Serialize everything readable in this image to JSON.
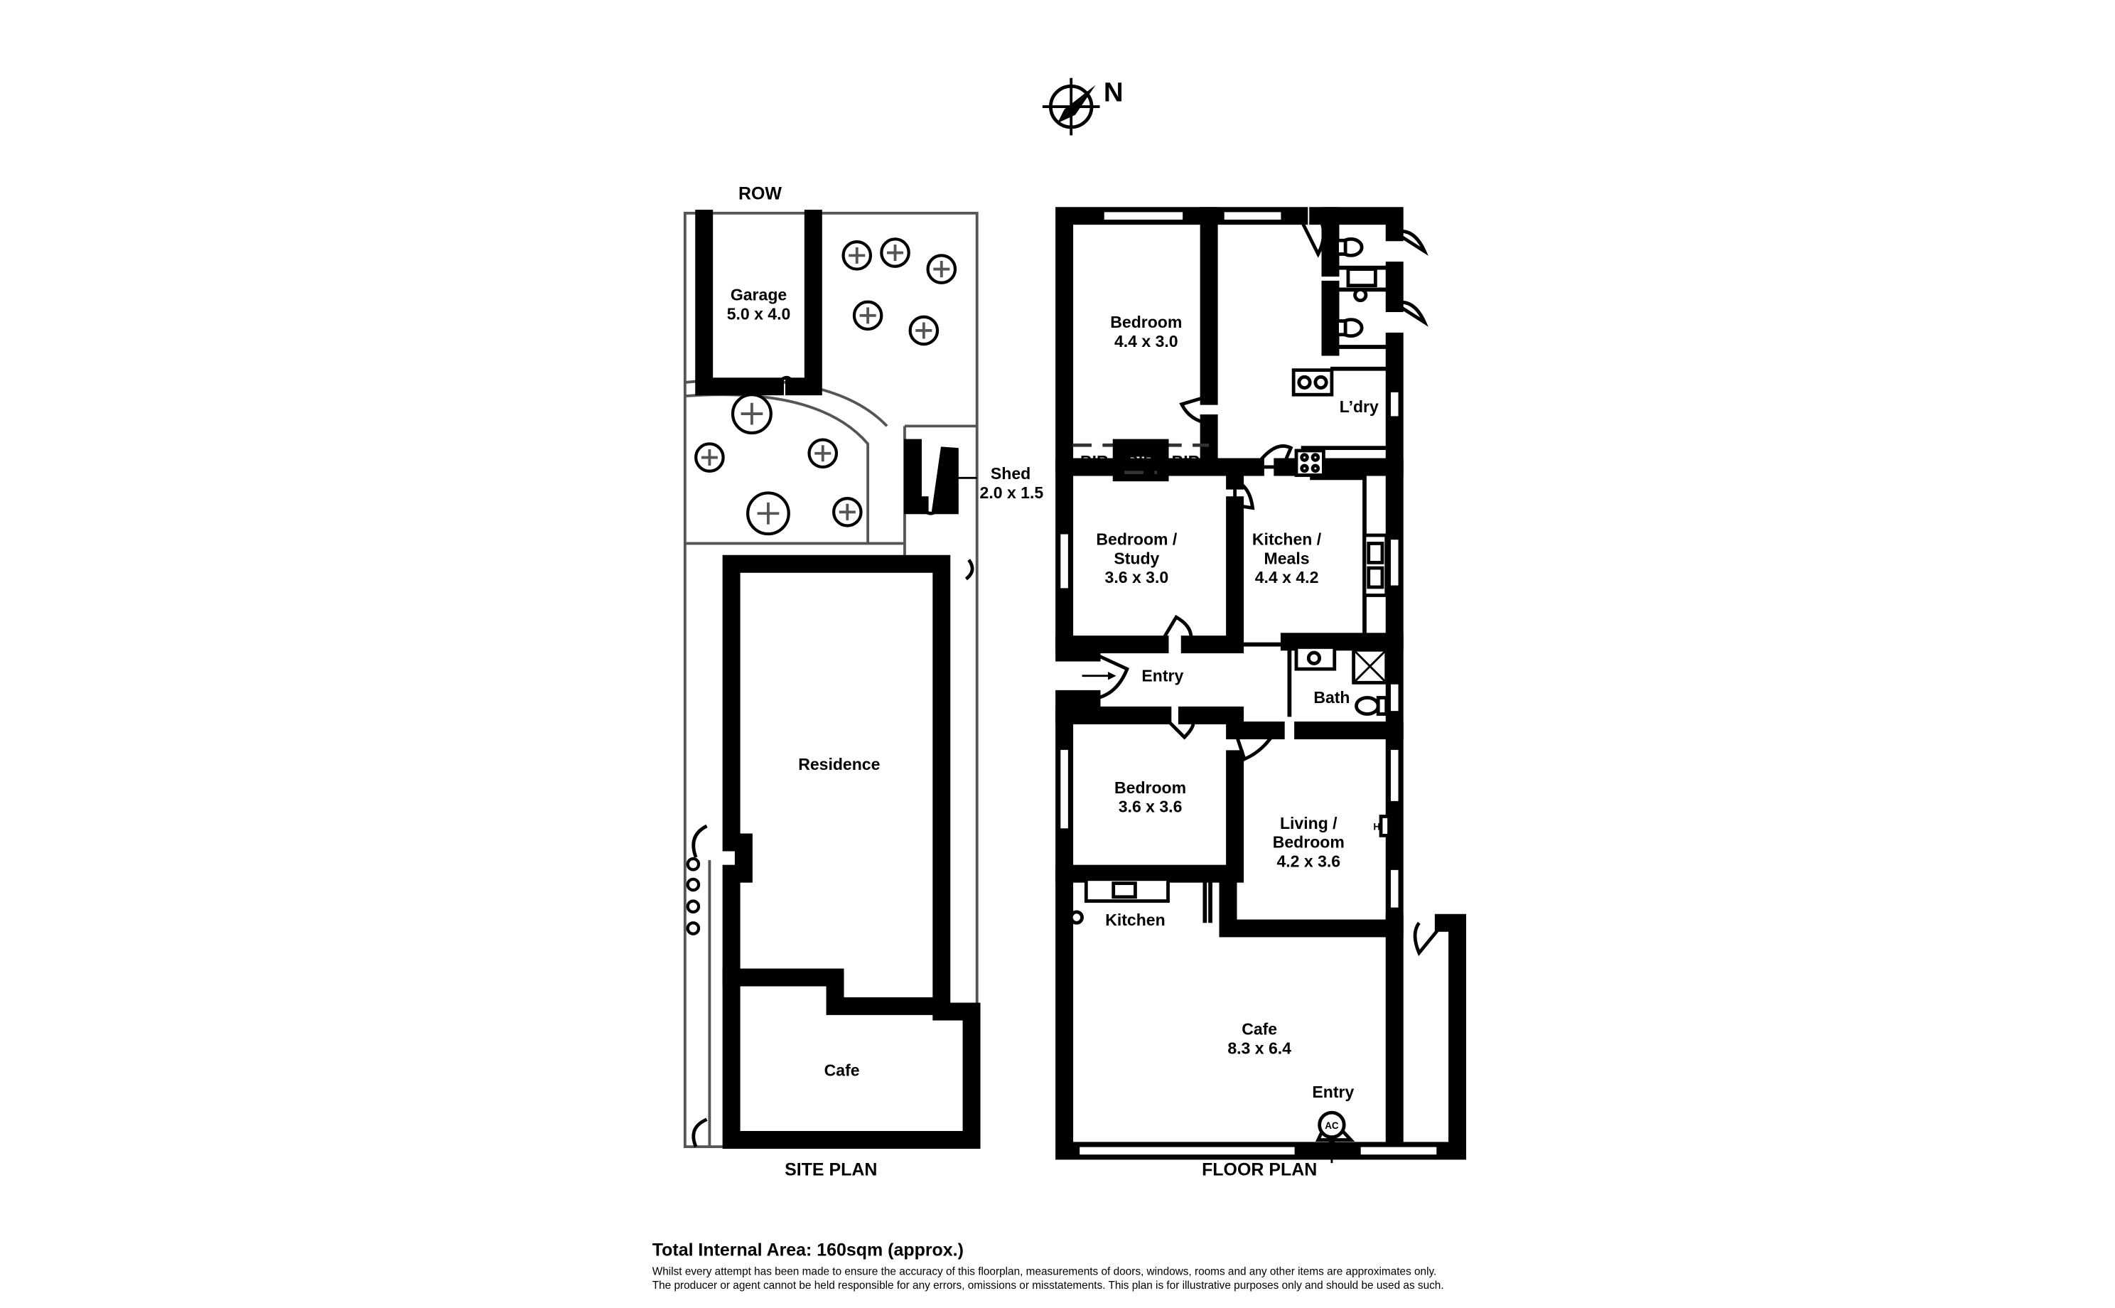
{
  "compass": {
    "label": "N"
  },
  "site_plan": {
    "title": "SITE PLAN",
    "row_label": "ROW",
    "garage": {
      "name": "Garage",
      "size": "5.0 x 4.0"
    },
    "shed": {
      "name": "Shed",
      "size": "2.0 x 1.5"
    },
    "residence": {
      "name": "Residence"
    },
    "cafe": {
      "name": "Cafe"
    }
  },
  "floor_plan": {
    "title": "FLOOR PLAN",
    "rooms": {
      "bedroom1": {
        "name": "Bedroom",
        "size": "4.4 x 3.0"
      },
      "bir1": "BIR",
      "bir2": "BIR",
      "bir3": "BIR",
      "laundry": "L’dry",
      "bedroom_study": {
        "name_line1": "Bedroom /",
        "name_line2": "Study",
        "size": "3.6 x 3.0"
      },
      "kitchen_meals": {
        "name_line1": "Kitchen /",
        "name_line2": "Meals",
        "size": "4.4 x 4.2"
      },
      "entry_top": "Entry",
      "bath": "Bath",
      "bedroom2": {
        "name": "Bedroom",
        "size": "3.6 x 3.6"
      },
      "living_bedroom": {
        "name_line1": "Living /",
        "name_line2": "Bedroom",
        "size": "4.2 x 3.6"
      },
      "kitchen": "Kitchen",
      "cafe": {
        "name": "Cafe",
        "size": "8.3 x 6.4"
      },
      "entry_bottom": "Entry",
      "ac_label": "AC",
      "heater_label": "H"
    }
  },
  "footer": {
    "total_area": "Total Internal Area: 160sqm (approx.)",
    "disclaimer_line1": "Whilst every attempt has been made to ensure the accuracy of this floorplan, measurements of doors, windows, rooms and any other items are approximates only.",
    "disclaimer_line2": "The producer or agent cannot be held responsible for any errors, omissions or misstatements. This plan is for illustrative purposes only and should be used as such."
  }
}
